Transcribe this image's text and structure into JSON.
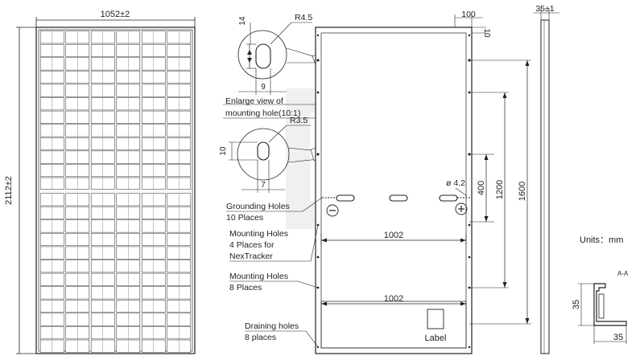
{
  "front_view": {
    "width_label": "1052±2",
    "height_label": "2112±2",
    "cell_columns": 6,
    "cell_rows": 24
  },
  "enlarge_top": {
    "radius_label": "R4.5",
    "height_label": "14",
    "width_label": "9"
  },
  "enlarge_bottom": {
    "radius_label": "R3.5",
    "height_label": "10",
    "width_label": "7"
  },
  "enlarge_caption": [
    "Enlarge view of",
    "mounting hole(10:1)"
  ],
  "back_view": {
    "top_dim": "100",
    "top_dim_small": "10",
    "hole_diameter": "ø 4.2",
    "width_upper": "1002",
    "width_lower": "1002",
    "dim_400": "400",
    "dim_1200": "1200",
    "dim_1600": "1600",
    "label_box": "Label"
  },
  "callouts": {
    "grounding": [
      "Grounding Holes",
      "10 Places"
    ],
    "nextracker": [
      "Mounting Holes",
      "4 Places for",
      "NexTracker"
    ],
    "mounting": [
      "Mounting Holes",
      "8 Places"
    ],
    "draining": [
      "Draining holes",
      "8 places"
    ]
  },
  "side_view": {
    "thickness_label": "35±1"
  },
  "units_label": "Units：mm",
  "section": {
    "title": "A-A",
    "height_label": "35",
    "width_label": "35"
  },
  "colors": {
    "line": "#222222",
    "frame_fill": "#f4f4f4"
  }
}
